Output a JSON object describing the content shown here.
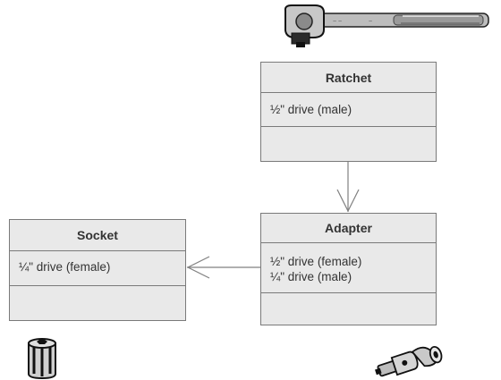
{
  "classes": {
    "ratchet": {
      "name": "Ratchet",
      "attributes": [
        "½\" drive (male)"
      ]
    },
    "adapter": {
      "name": "Adapter",
      "attributes": [
        "½\" drive (female)",
        "¼\" drive (male)"
      ]
    },
    "socket": {
      "name": "Socket",
      "attributes": [
        "¼\" drive (female)"
      ]
    }
  },
  "icons": {
    "ratchet": "ratchet-wrench-icon",
    "socket": "socket-icon",
    "adapter": "universal-joint-adapter-icon"
  },
  "colors": {
    "box_fill": "#e9e9e9",
    "box_border": "#7a7a7a",
    "arrow": "#808080",
    "text": "#333333"
  }
}
